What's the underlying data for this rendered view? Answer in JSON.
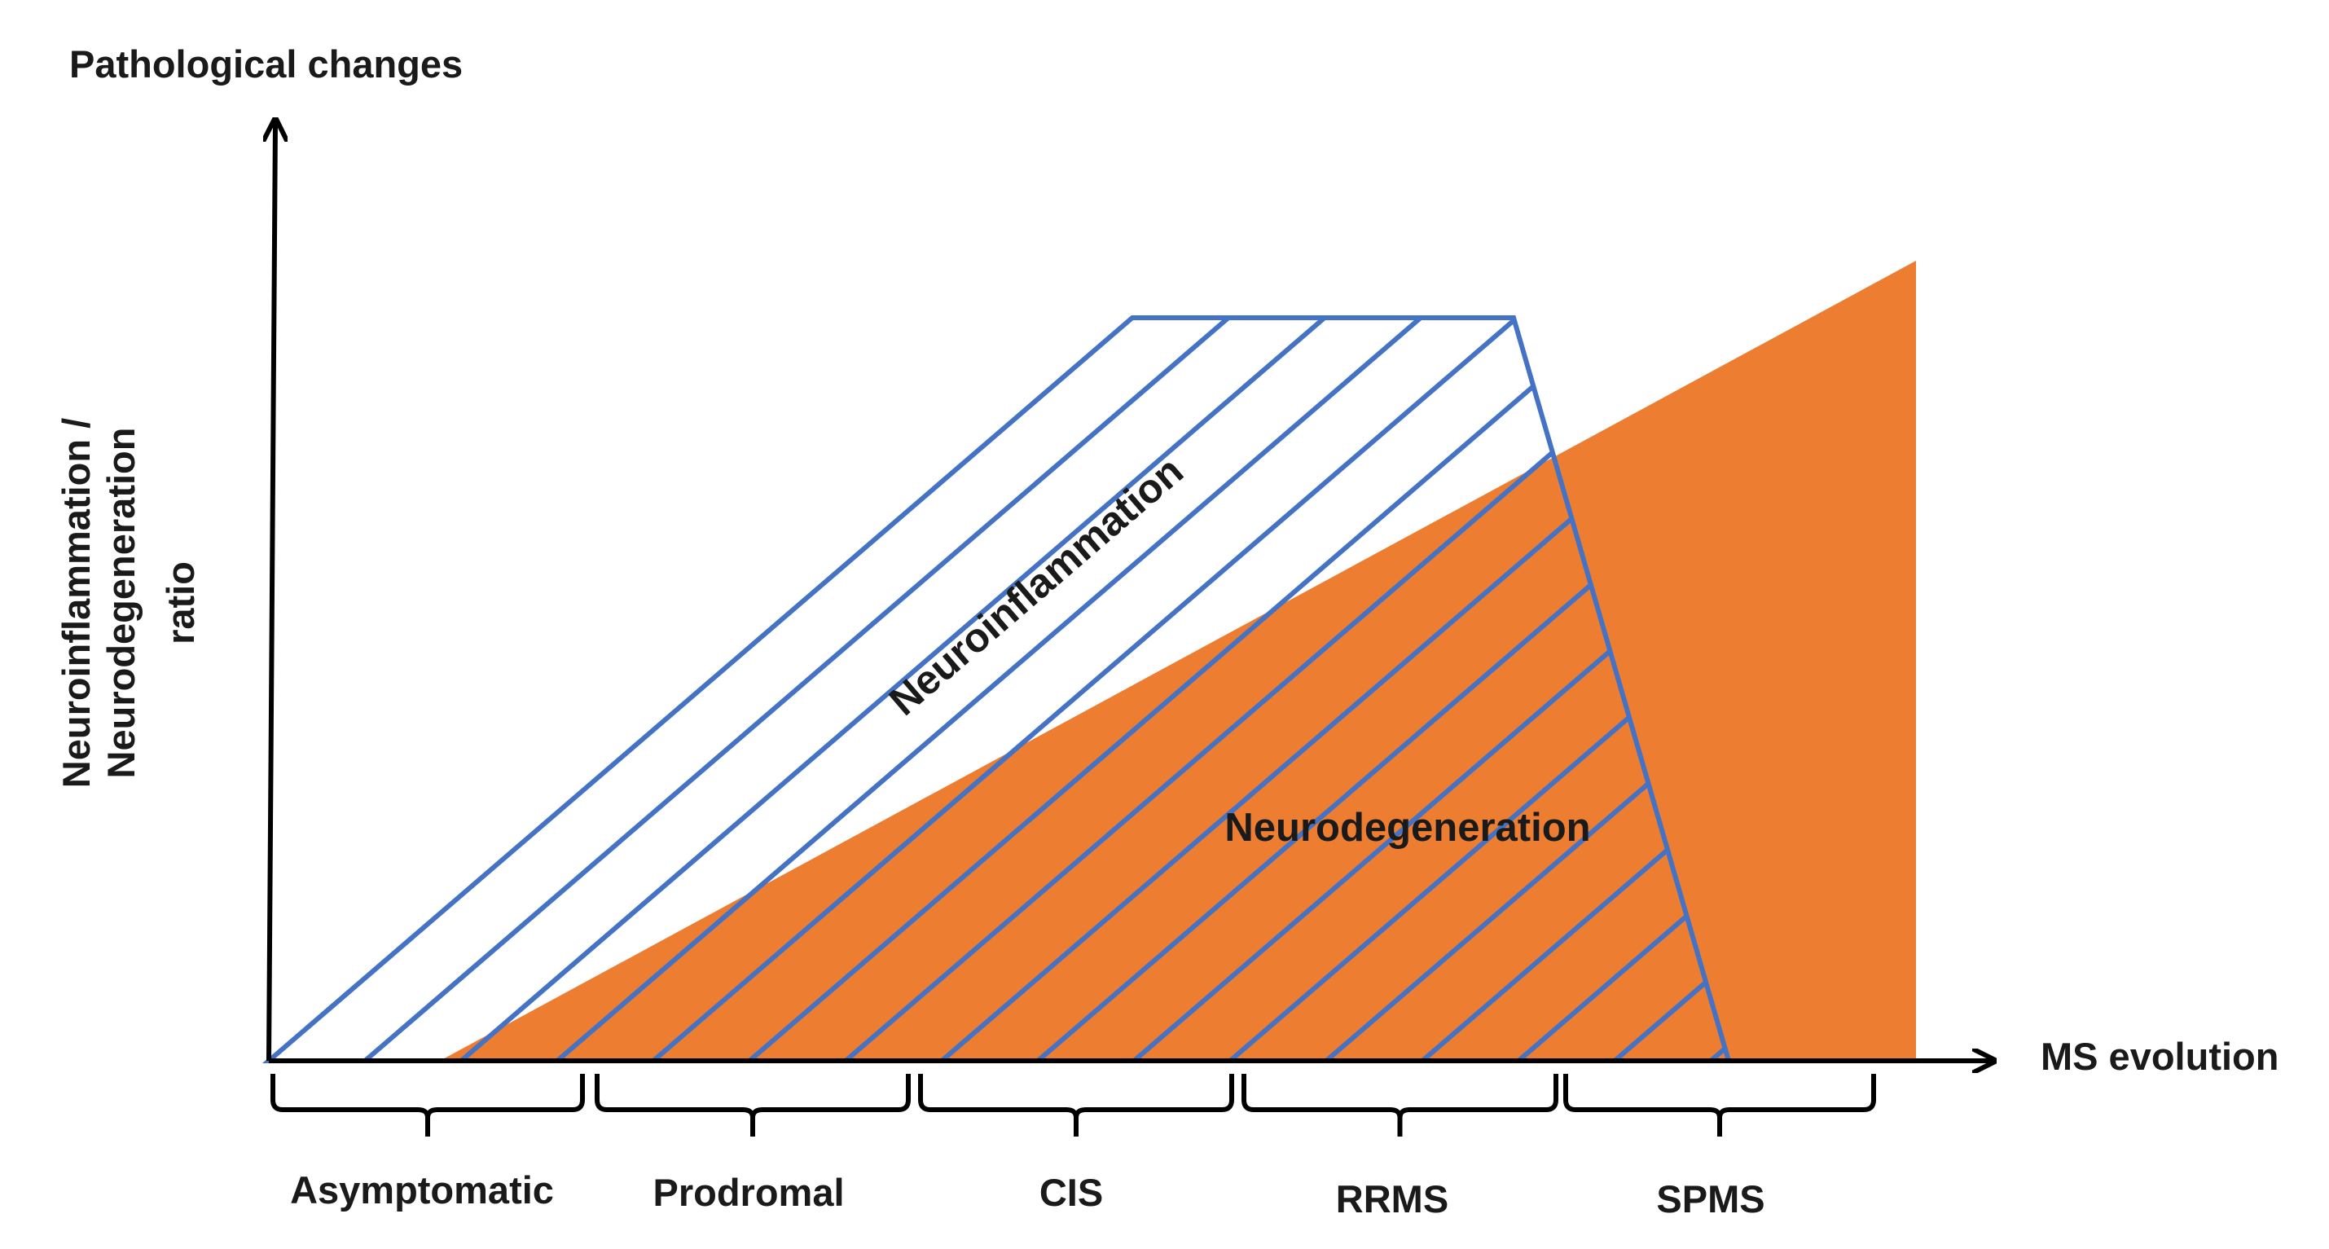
{
  "diagram": {
    "y_axis_title": "Pathological changes",
    "y_axis_label_lines": [
      "Neuroinflammation /",
      "Neurodegeneration",
      "ratio"
    ],
    "x_axis_label": "MS evolution",
    "inflammation_label": "Neuroinflammation",
    "degeneration_label": "Neurodegeneration",
    "stages": [
      "Asymptomatic",
      "Prodromal",
      "CIS",
      "RRMS",
      "SPMS"
    ],
    "colors": {
      "neurodegeneration_fill": "#ED7D31",
      "neuroinflammation_stroke": "#4472C4",
      "neuroinflammation_text": "#2E75B6",
      "axis": "#000000"
    }
  }
}
